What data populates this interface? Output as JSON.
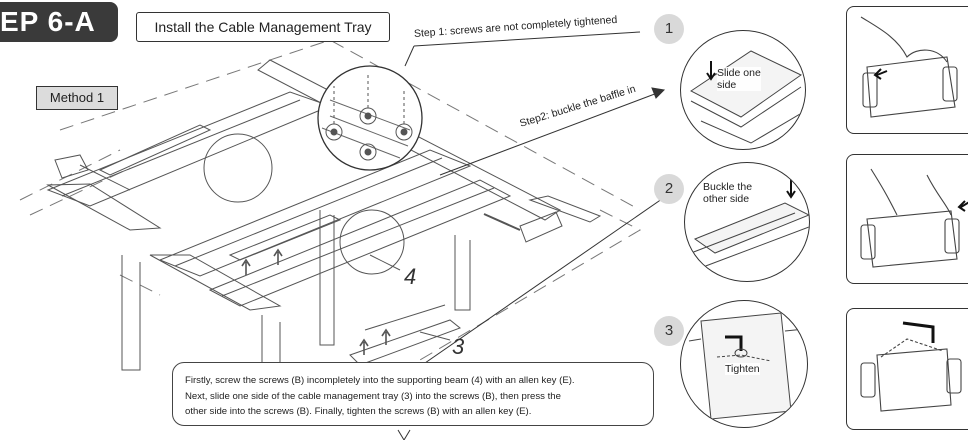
{
  "header": {
    "step_label": "EP 6-A",
    "title": "Install the Cable Management Tray"
  },
  "method_label": "Method 1",
  "callouts": {
    "step1": "Step 1: screws are not completely tightened",
    "step2": "Step2: buckle the baffle in"
  },
  "parts": {
    "beam": "4",
    "tray": "3"
  },
  "instructions": {
    "line1": "Firstly, screw the screws (B) incompletely into the supporting beam (4) with an allen key (E).",
    "line2": "Next, slide one side of the cable management tray (3) into the screws (B), then press the",
    "line3": "other side into the screws (B).  Finally, tighten the screws (B) with an allen key (E)."
  },
  "steps": [
    {
      "number": "1",
      "label_line1": "Slide one",
      "label_line2": "side"
    },
    {
      "number": "2",
      "label_line1": "Buckle the",
      "label_line2": "other side"
    },
    {
      "number": "3",
      "label_line1": "Tighten",
      "label_line2": ""
    }
  ]
}
